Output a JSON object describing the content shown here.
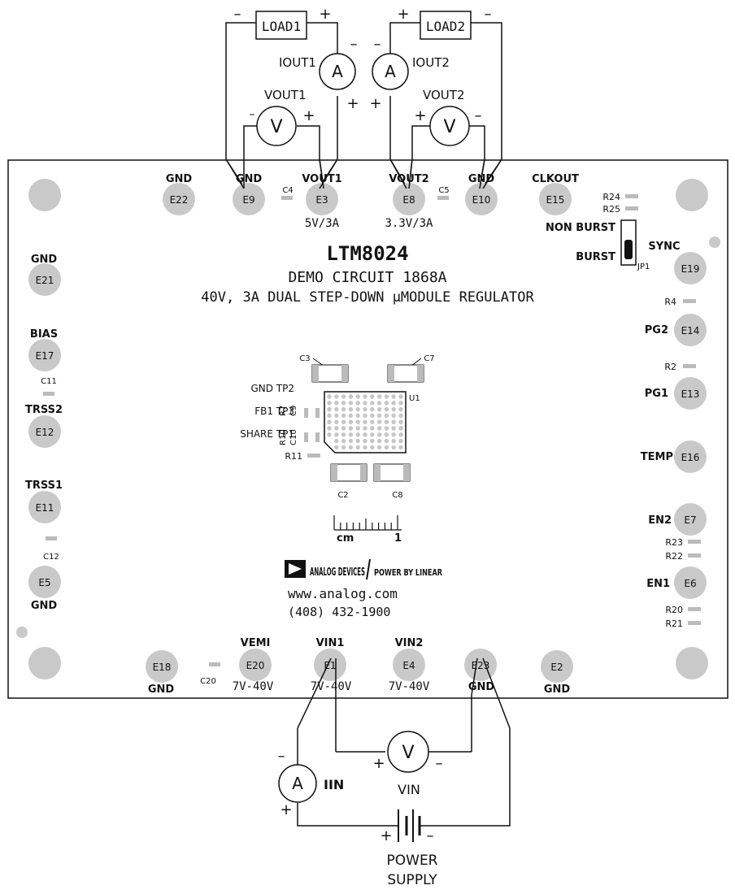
{
  "board": {
    "part": "LTM8024",
    "demo": "DEMO CIRCUIT 1868A",
    "description": "40V, 3A DUAL STEP-DOWN µMODULE REGULATOR",
    "website": "www.analog.com",
    "phone": "(408) 432-1900",
    "logo_text": "ANALOG DEVICES",
    "logo_text2": "POWER BY LINEAR",
    "ruler_cm": "cm",
    "ruler_one": "1"
  },
  "loads": {
    "load1": "LOAD1",
    "load2": "LOAD2",
    "iout1": "IOUT1",
    "iout2": "IOUT2",
    "vout1": "VOUT1",
    "vout2": "VOUT2",
    "ammeter": "A",
    "voltmeter": "V",
    "plus": "+",
    "minus": "–"
  },
  "top_terminals": {
    "gnd_label": "GND",
    "e22": "E22",
    "e9": "E9",
    "vout1_label": "VOUT1",
    "e3": "E3",
    "vout1_rating": "5V/3A",
    "vout2_label": "VOUT2",
    "e8": "E8",
    "vout2_rating": "3.3V/3A",
    "e10": "E10",
    "clkout_label": "CLKOUT",
    "e15": "E15"
  },
  "left_terminals": {
    "gnd_label": "GND",
    "e21": "E21",
    "bias_label": "BIAS",
    "e17": "E17",
    "c11": "C11",
    "trss2_label": "TRSS2",
    "e12": "E12",
    "trss1_label": "TRSS1",
    "e11": "E11",
    "c12": "C12",
    "e5": "E5",
    "gnd_label2": "GND"
  },
  "right_terminals": {
    "r24": "R24",
    "r25": "R25",
    "non_burst": "NON BURST",
    "burst": "BURST",
    "jp1": "JP1",
    "sync_label": "SYNC",
    "e19": "E19",
    "r4": "R4",
    "pg2_label": "PG2",
    "e14": "E14",
    "r2": "R2",
    "pg1_label": "PG1",
    "e13": "E13",
    "temp_label": "TEMP",
    "e16": "E16",
    "en2_label": "EN2",
    "e7": "E7",
    "r23": "R23",
    "r22": "R22",
    "en1_label": "EN1",
    "e6": "E6",
    "r20": "R20",
    "r21": "R21"
  },
  "bottom_terminals": {
    "e18": "E18",
    "gnd_label": "GND",
    "c20": "C20",
    "vemi_label": "VEMI",
    "e20": "E20",
    "vemi_range": "7V-40V",
    "vin1_label": "VIN1",
    "e1": "E1",
    "vin1_range": "7V-40V",
    "vin2_label": "VIN2",
    "e4": "E4",
    "vin2_range": "7V-40V",
    "e23": "E23",
    "gnd_label2": "GND",
    "e2": "E2",
    "gnd_label3": "GND"
  },
  "center": {
    "c3": "C3",
    "c7": "C7",
    "u1": "U1",
    "gnd_tp2": "GND TP2",
    "fb1_tp3": "FB1 TP3",
    "share_tp1": "SHARE TP1",
    "r7": "R7",
    "c9": "C9",
    "r10": "R10",
    "c10": "C10",
    "r11": "R11",
    "c2": "C2",
    "c8": "C8",
    "c4": "C4",
    "c5": "C5"
  },
  "supply": {
    "iin": "IIN",
    "vin": "VIN",
    "power": "POWER",
    "supply": "SUPPLY"
  }
}
